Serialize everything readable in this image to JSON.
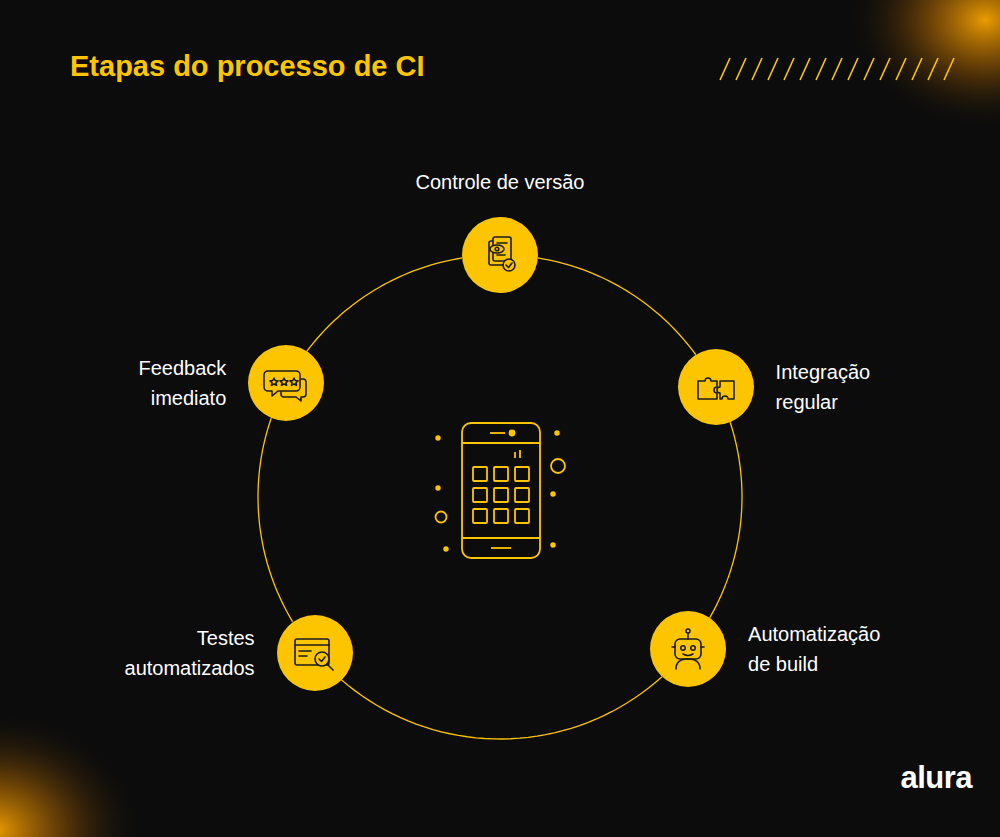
{
  "diagram": {
    "title": "Etapas do processo de CI",
    "nodes": [
      {
        "text": [
          "Controle de versão"
        ]
      },
      {
        "text": [
          "Integração regular"
        ]
      },
      {
        "text": [
          "Automatização de build"
        ]
      },
      {
        "text": [
          "Testes automatizados"
        ]
      },
      {
        "text": [
          "Feedback imediato"
        ]
      }
    ],
    "edges": [
      {
        "from": 0,
        "to": 1,
        "arrow": "none"
      },
      {
        "from": 1,
        "to": 2,
        "arrow": "none"
      },
      {
        "from": 2,
        "to": 3,
        "arrow": "none"
      },
      {
        "from": 3,
        "to": 4,
        "arrow": "none"
      },
      {
        "from": 4,
        "to": 0,
        "arrow": "none"
      }
    ],
    "labels": [
      "alura"
    ]
  }
}
